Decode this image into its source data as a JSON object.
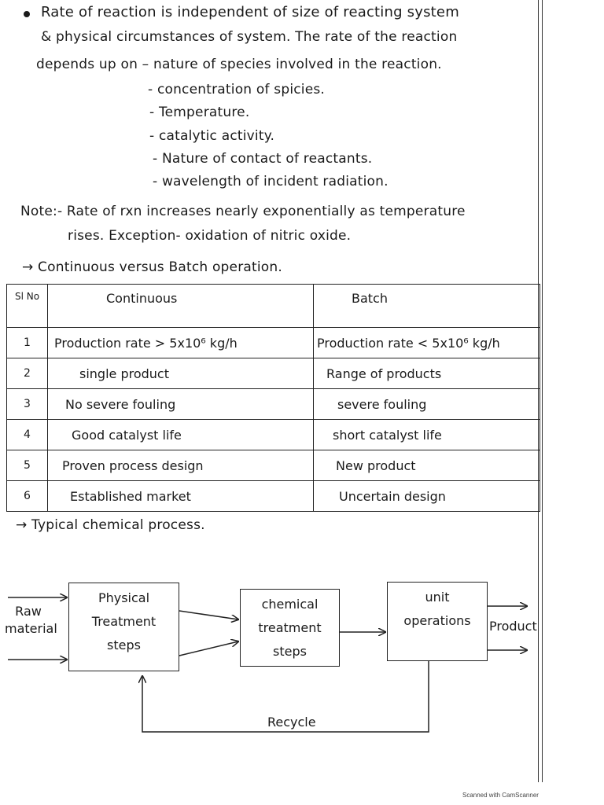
{
  "intro": {
    "lines": [
      "Rate of reaction is independent of size of reacting system",
      "& physical circumstances of system. The rate of the reaction",
      "depends up on – nature of species involved in the reaction."
    ],
    "factors": [
      "- concentration of spicies.",
      "- Temperature.",
      "- catalytic activity.",
      "- Nature of contact of reactants.",
      "- wavelength of incident radiation."
    ]
  },
  "note": {
    "line1": "Note:- Rate of rxn increases nearly exponentially as temperature",
    "line2": "rises. Exception- oxidation of nitric oxide."
  },
  "section1_title": "→ Continuous versus Batch operation.",
  "table": {
    "headers": {
      "sl": "Sl No",
      "continuous": "Continuous",
      "batch": "Batch"
    },
    "rows": [
      {
        "sl": "1",
        "continuous": "Production rate > 5x10⁶ kg/h",
        "batch": "Production rate < 5x10⁶ kg/h"
      },
      {
        "sl": "2",
        "continuous": "single product",
        "batch": "Range of products"
      },
      {
        "sl": "3",
        "continuous": "No severe fouling",
        "batch": "severe fouling"
      },
      {
        "sl": "4",
        "continuous": "Good catalyst life",
        "batch": "short catalyst life"
      },
      {
        "sl": "5",
        "continuous": "Proven process design",
        "batch": "New product"
      },
      {
        "sl": "6",
        "continuous": "Established market",
        "batch": "Uncertain design"
      }
    ]
  },
  "section2_title": "→ Typical chemical process.",
  "diagram": {
    "input_label_1": "Raw",
    "input_label_2": "material",
    "box1": [
      "Physical",
      "Treatment",
      "steps"
    ],
    "box2": [
      "chemical",
      "treatment",
      "steps"
    ],
    "box3": [
      "unit",
      "operations"
    ],
    "output_label": "Product",
    "recycle_label": "Recycle"
  },
  "footer": {
    "stamp": "Scanned with CamScanner"
  }
}
